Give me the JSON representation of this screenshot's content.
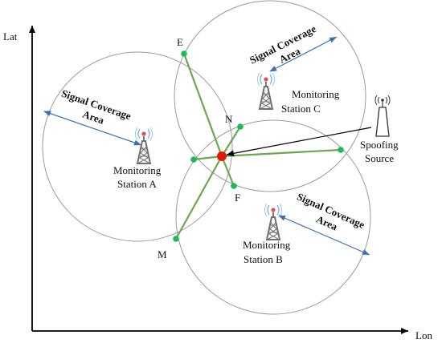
{
  "axes": {
    "x_label": "Lon",
    "y_label": "Lat"
  },
  "points": {
    "E": "E",
    "N": "N",
    "F": "F",
    "M": "M"
  },
  "stations": {
    "a": {
      "line1": "Monitoring",
      "line2": "Station A"
    },
    "b": {
      "line1": "Monitoring",
      "line2": "Station B"
    },
    "c": {
      "line1": "Monitoring",
      "line2": "Station C"
    }
  },
  "coverage": {
    "a": {
      "line1": "Signal Coverage",
      "line2": "Area"
    },
    "b": {
      "line1": "Signal Coverage",
      "line2": "Area"
    },
    "c": {
      "line1": "Signal Coverage",
      "line2": "Area"
    }
  },
  "spoofing": {
    "line1": "Spoofing",
    "line2": "Source"
  },
  "colors": {
    "link": "#6aa84f",
    "node": "#1db954",
    "estimate": "#e3170a",
    "coverage_arrow": "#3d6fb6",
    "tower": "#7a7a7a",
    "tower_signal": "#e05050"
  },
  "icons": {
    "tower": "radio-tower-icon",
    "spoofer": "antenna-icon"
  }
}
